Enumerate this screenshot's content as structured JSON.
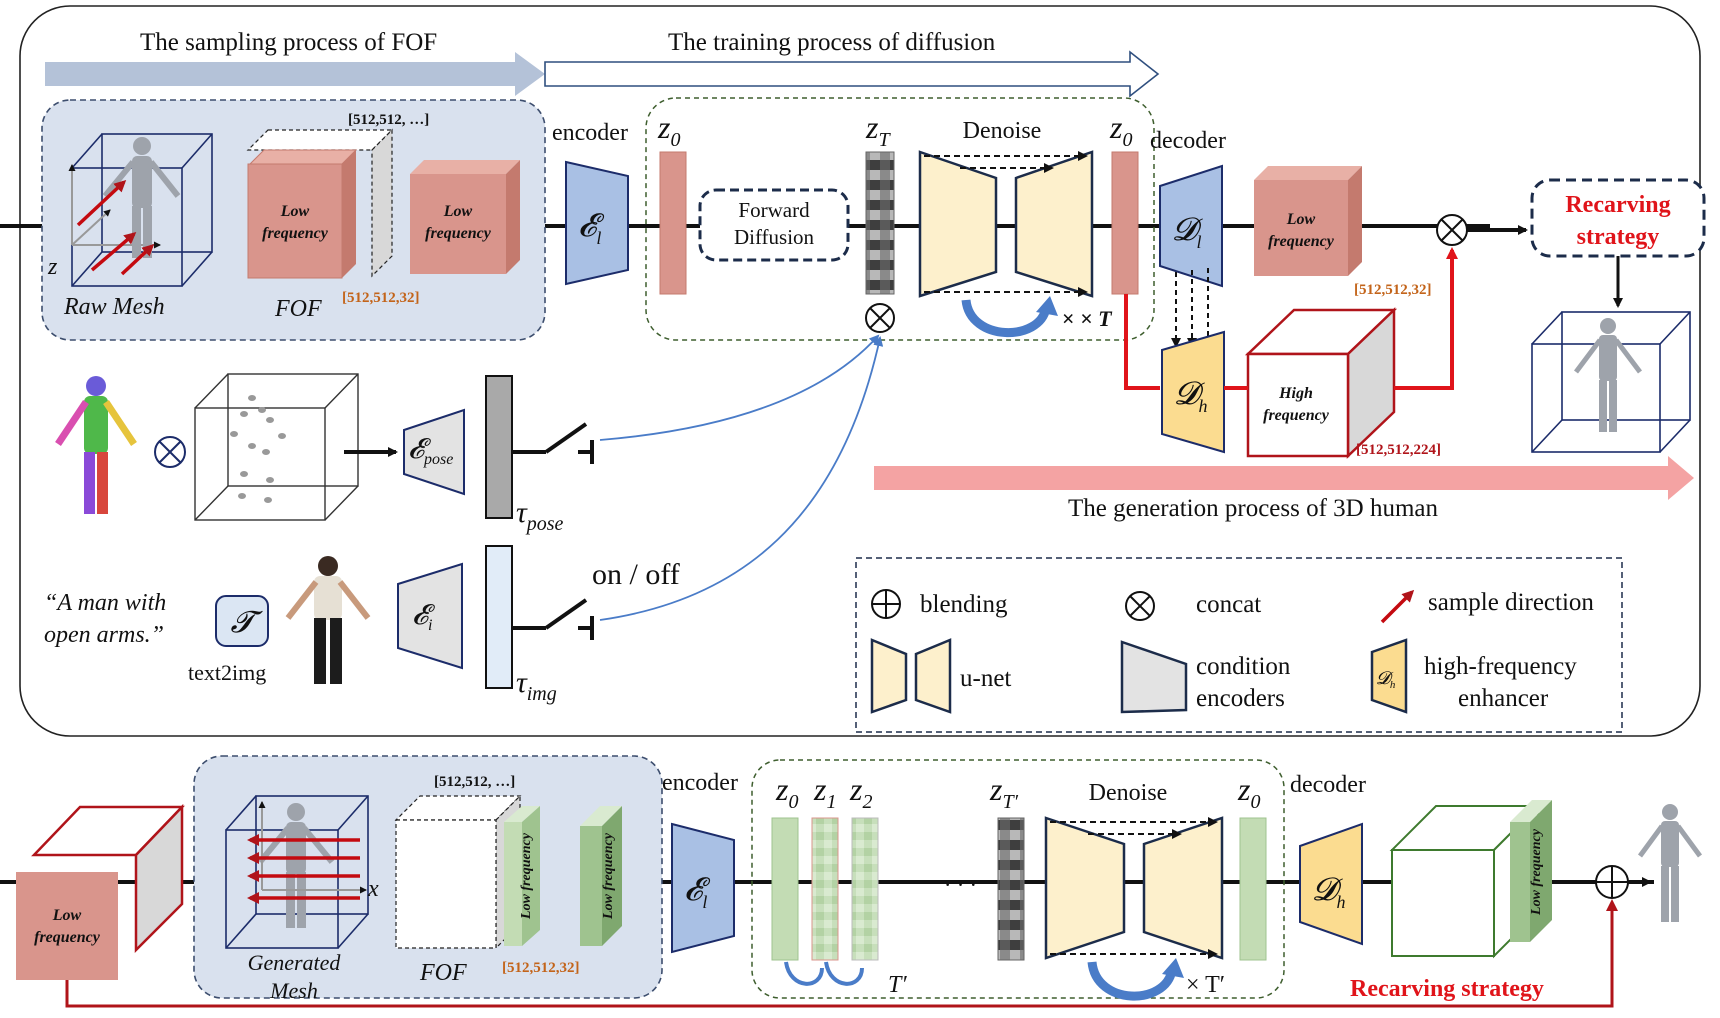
{
  "arrows": {
    "sampling_fof": "The sampling process of FOF",
    "training_diffusion": "The training process of diffusion",
    "generation_3d": "The generation process of 3D human"
  },
  "top": {
    "raw_mesh": "Raw Mesh",
    "fof": "FOF",
    "axis_z": "z",
    "low_freq_1": "Low frequency",
    "low_freq_2": "Low frequency",
    "dim_dots": "[512,512, …]",
    "dim_32": "[512,512,32]",
    "encoder": "encoder",
    "enc_sym": "𝓔",
    "enc_sub": "l",
    "z0": "z",
    "z0_sub": "0",
    "zT": "z",
    "zT_sub": "T",
    "forward_1": "Forward",
    "forward_2": "Diffusion",
    "denoise": "Denoise",
    "times_T": "× T",
    "decoder": "decoder",
    "dl_sym": "𝓓",
    "dl_sub": "l",
    "dh_sym": "𝓓",
    "dh_sub": "h",
    "low_freq_3": "Low frequency",
    "dim_32b": "[512,512,32]",
    "high_freq": "High frequency",
    "dim_224": "[512,512,224]",
    "recarving_1": "Recarving",
    "recarving_2": "strategy"
  },
  "middle": {
    "epose_sym": "𝓔",
    "epose_sub": "pose",
    "tau_pose": "τ",
    "tau_pose_sub": "pose",
    "quote_1": "“A man with",
    "quote_2": "open arms.”",
    "t_sym": "𝓣",
    "text2img": "text2img",
    "ei_sym": "𝓔",
    "ei_sub": "i",
    "tau_img": "τ",
    "tau_img_sub": "img",
    "on_off": "on / off"
  },
  "legend": {
    "blending": "blending",
    "concat": "concat",
    "sample_direction": "sample direction",
    "unet": "u-net",
    "cond_1": "condition",
    "cond_2": "encoders",
    "hfe_1": "high-frequency",
    "hfe_2": "enhancer",
    "dh_mini": "𝓓",
    "dh_mini_sub": "h"
  },
  "bottom": {
    "low_freq_left": "Low frequency",
    "gen_mesh_1": "Generated",
    "gen_mesh_2": "Mesh",
    "fof": "FOF",
    "axis_x": "x",
    "dim_dots": "[512,512, …]",
    "low_freq_a": "Low frequency",
    "low_freq_b": "Low frequency",
    "dim_32": "[512,512,32]",
    "encoder": "encoder",
    "enc_sym": "𝓔",
    "enc_sub": "l",
    "z0": "z",
    "z0_sub": "0",
    "z1": "z",
    "z1_sub": "1",
    "z2": "z",
    "z2_sub": "2",
    "ellipsis": "· · ·",
    "zTp": "z",
    "zTp_sub": "T′",
    "denoise": "Denoise",
    "T_prime_small": "T′",
    "times_Tp": "× T′",
    "z0b": "z",
    "z0b_sub": "0",
    "decoder": "decoder",
    "dh_sym": "𝓓",
    "dh_sub": "h",
    "low_freq_right": "Low frequency",
    "recarving": "Recarving strategy"
  },
  "colors": {
    "panel_fill": "#d9e1ee",
    "panel_stroke": "#3d4e6e",
    "lowfreq": "#d9958c",
    "encoder": "#a9c0e4",
    "unet": "#fdf0cc",
    "dh": "#fbdc90",
    "red": "#e0141a",
    "darkred": "#b0141a",
    "green": "#c3dcb4",
    "greendark": "#9fc38f",
    "blueline": "#4a7cc8",
    "orange": "#c3641a"
  }
}
